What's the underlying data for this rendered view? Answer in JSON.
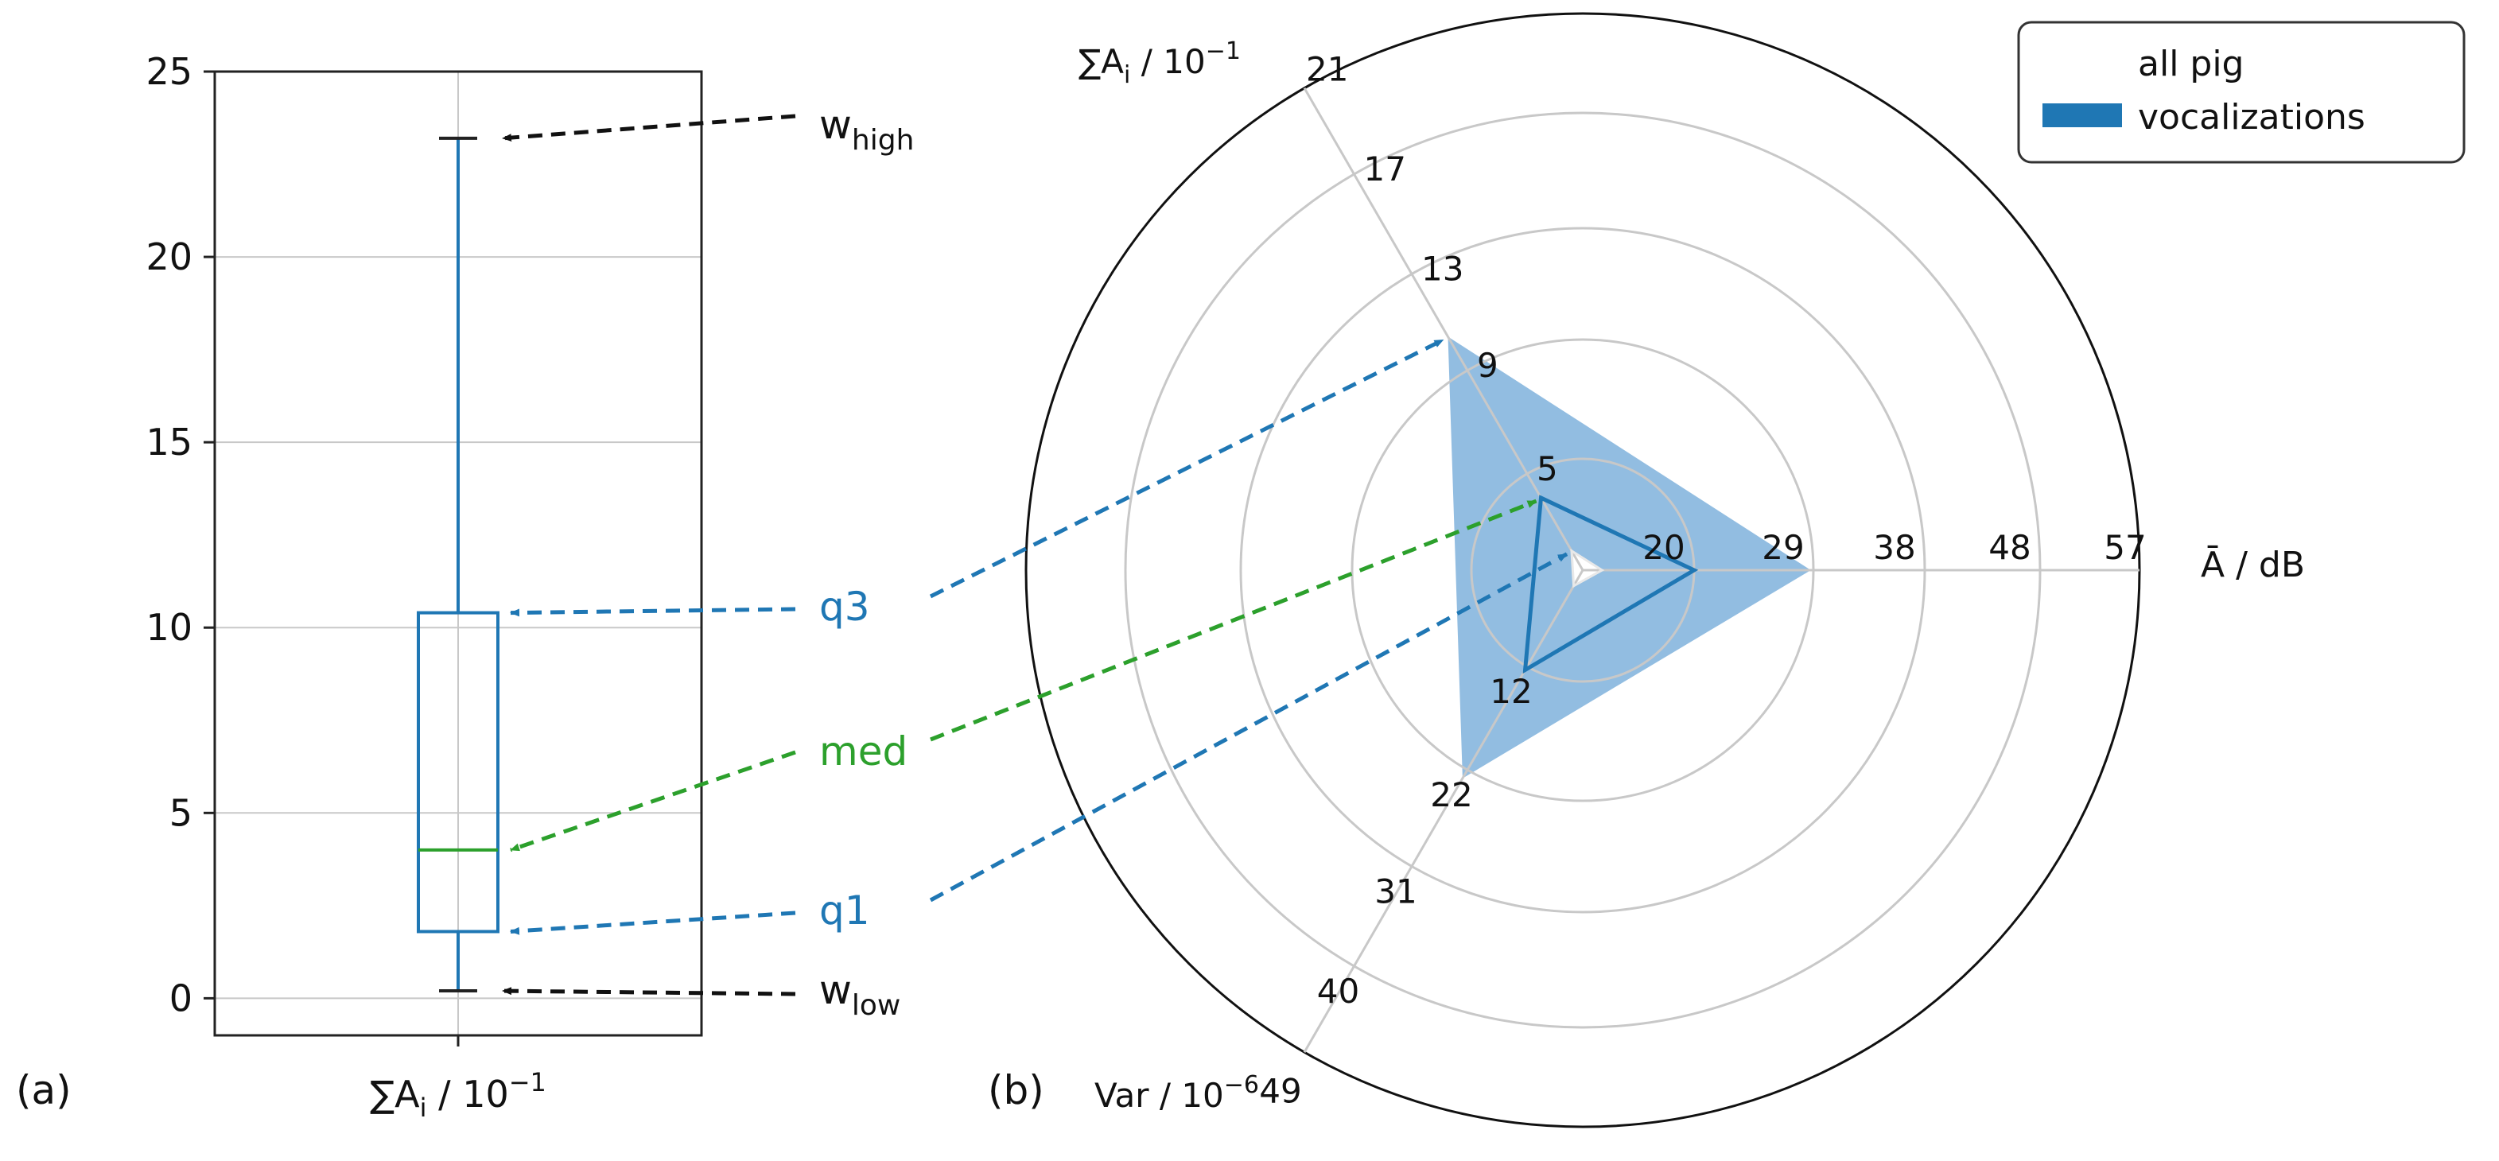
{
  "colors": {
    "box_blue": "#1f77b4",
    "fill_blue": "#7fb2dc",
    "median_green": "#2ca02c",
    "grid": "#c8c8c8",
    "axis": "#222222",
    "text": "#111111"
  },
  "panel_labels": {
    "a": "(a)",
    "b": "(b)"
  },
  "chart_data": [
    {
      "type": "box",
      "panel": "(a)",
      "xlabel": {
        "main": "∑A",
        "sub": "i",
        "rest": " / 10",
        "sup": "−1"
      },
      "ylim": [
        -1,
        25
      ],
      "yticks": [
        0,
        5,
        10,
        15,
        20,
        25
      ],
      "grid": true,
      "stats": {
        "whisker_low": 0.2,
        "q1": 1.8,
        "median": 4.0,
        "q3": 10.4,
        "whisker_high": 23.2
      },
      "annotations": [
        {
          "key": "w_high",
          "text": "w",
          "sub": "high",
          "target": "whisker_high",
          "color": "#111111"
        },
        {
          "key": "q3",
          "text": "q3",
          "sub": "",
          "target": "q3",
          "color": "#1f77b4"
        },
        {
          "key": "med",
          "text": "med",
          "sub": "",
          "target": "median",
          "color": "#2ca02c"
        },
        {
          "key": "q1",
          "text": "q1",
          "sub": "",
          "target": "q1",
          "color": "#1f77b4"
        },
        {
          "key": "w_low",
          "text": "w",
          "sub": "low",
          "target": "whisker_low",
          "color": "#111111"
        }
      ]
    },
    {
      "type": "radar",
      "panel": "(b)",
      "legend": {
        "position": "top-right",
        "line1": "all pig",
        "line2": "vocalizations"
      },
      "rings": 5,
      "axes": [
        {
          "key": "sum_a",
          "angle_deg": 120,
          "label": {
            "main": "∑A",
            "sub": "i",
            "rest": " / 10",
            "sup": "−1"
          },
          "ticks": [
            "5",
            "9",
            "13",
            "17",
            "21"
          ],
          "range": [
            1,
            21
          ]
        },
        {
          "key": "a_db",
          "angle_deg": 0,
          "label": {
            "main": "Ā / dB",
            "sub": "",
            "rest": "",
            "sup": ""
          },
          "ticks": [
            "20",
            "29",
            "38",
            "48",
            "57"
          ],
          "range": [
            11,
            57
          ]
        },
        {
          "key": "var",
          "angle_deg": 240,
          "label": {
            "main": "Var / 10",
            "sub": "",
            "rest": "",
            "sup": "−6"
          },
          "ticks": [
            "12",
            "22",
            "31",
            "40",
            "49"
          ],
          "range": [
            3,
            49
          ]
        }
      ],
      "series": {
        "q1": [
          1.8,
          12.6,
          4.5
        ],
        "median": [
          4.0,
          20.2,
          12.5
        ],
        "q3": [
          10.4,
          29.2,
          22.2
        ]
      }
    }
  ]
}
